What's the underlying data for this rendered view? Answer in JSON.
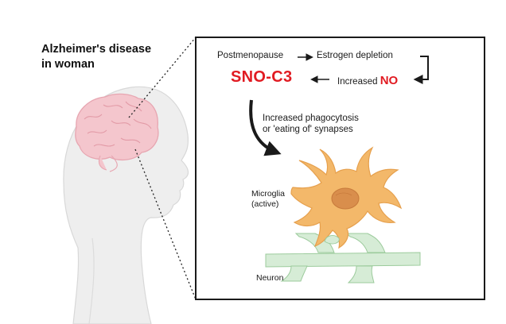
{
  "title": {
    "line1": "Alzheimer's disease",
    "line2": "in woman"
  },
  "pathway": {
    "postmenopause": "Postmenopause",
    "estrogen_depletion": "Estrogen depletion",
    "increased_prefix": "Increased",
    "no": "NO",
    "sno_c3": "SNO-C3",
    "phagocytosis_line1": "Increased phagocytosis",
    "phagocytosis_line2": "or 'eating of' synapses"
  },
  "labels": {
    "microglia_line1": "Microglia",
    "microglia_line2": "(active)",
    "neuron": "Neuron"
  },
  "colors": {
    "accent_red": "#e11b22",
    "microglia_fill": "#f2b76a",
    "microglia_nucleus": "#d89150",
    "neuron_fill": "#d6ecd6",
    "brain_pink": "#f2c4cb",
    "head_gray": "#ececec"
  },
  "icons": [
    "head-silhouette-icon",
    "brain-icon",
    "microglia-cell-icon",
    "neuron-dendrite-icon",
    "arrow-right-icon",
    "arrow-left-icon",
    "elbow-arrow-icon",
    "curved-arrow-icon"
  ]
}
